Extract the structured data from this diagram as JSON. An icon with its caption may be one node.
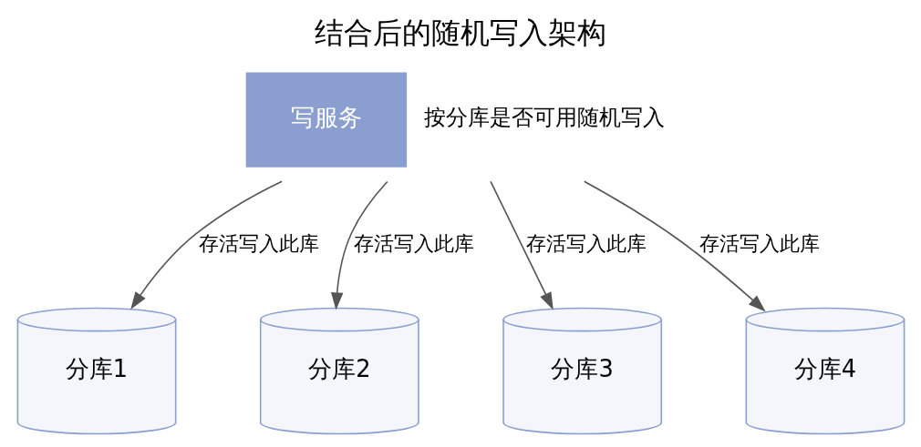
{
  "diagram": {
    "title": "结合后的随机写入架构",
    "nodes": [
      {
        "text": [
          "写服务"
        ],
        "beside": [
          "按分库是否可用随机写入"
        ]
      },
      {
        "text": [
          "分库1"
        ]
      },
      {
        "text": [
          "分库2"
        ]
      },
      {
        "text": [
          "分库3"
        ]
      },
      {
        "text": [
          "分库4"
        ]
      }
    ],
    "edges": [
      {
        "from": 0,
        "to": 1,
        "arrow": "to",
        "label": "存活写入此库"
      },
      {
        "from": 0,
        "to": 2,
        "arrow": "to",
        "label": "存活写入此库"
      },
      {
        "from": 0,
        "to": 3,
        "arrow": "to",
        "label": "存活写入此库"
      },
      {
        "from": 0,
        "to": 4,
        "arrow": "to",
        "label": "存活写入此库"
      }
    ]
  }
}
